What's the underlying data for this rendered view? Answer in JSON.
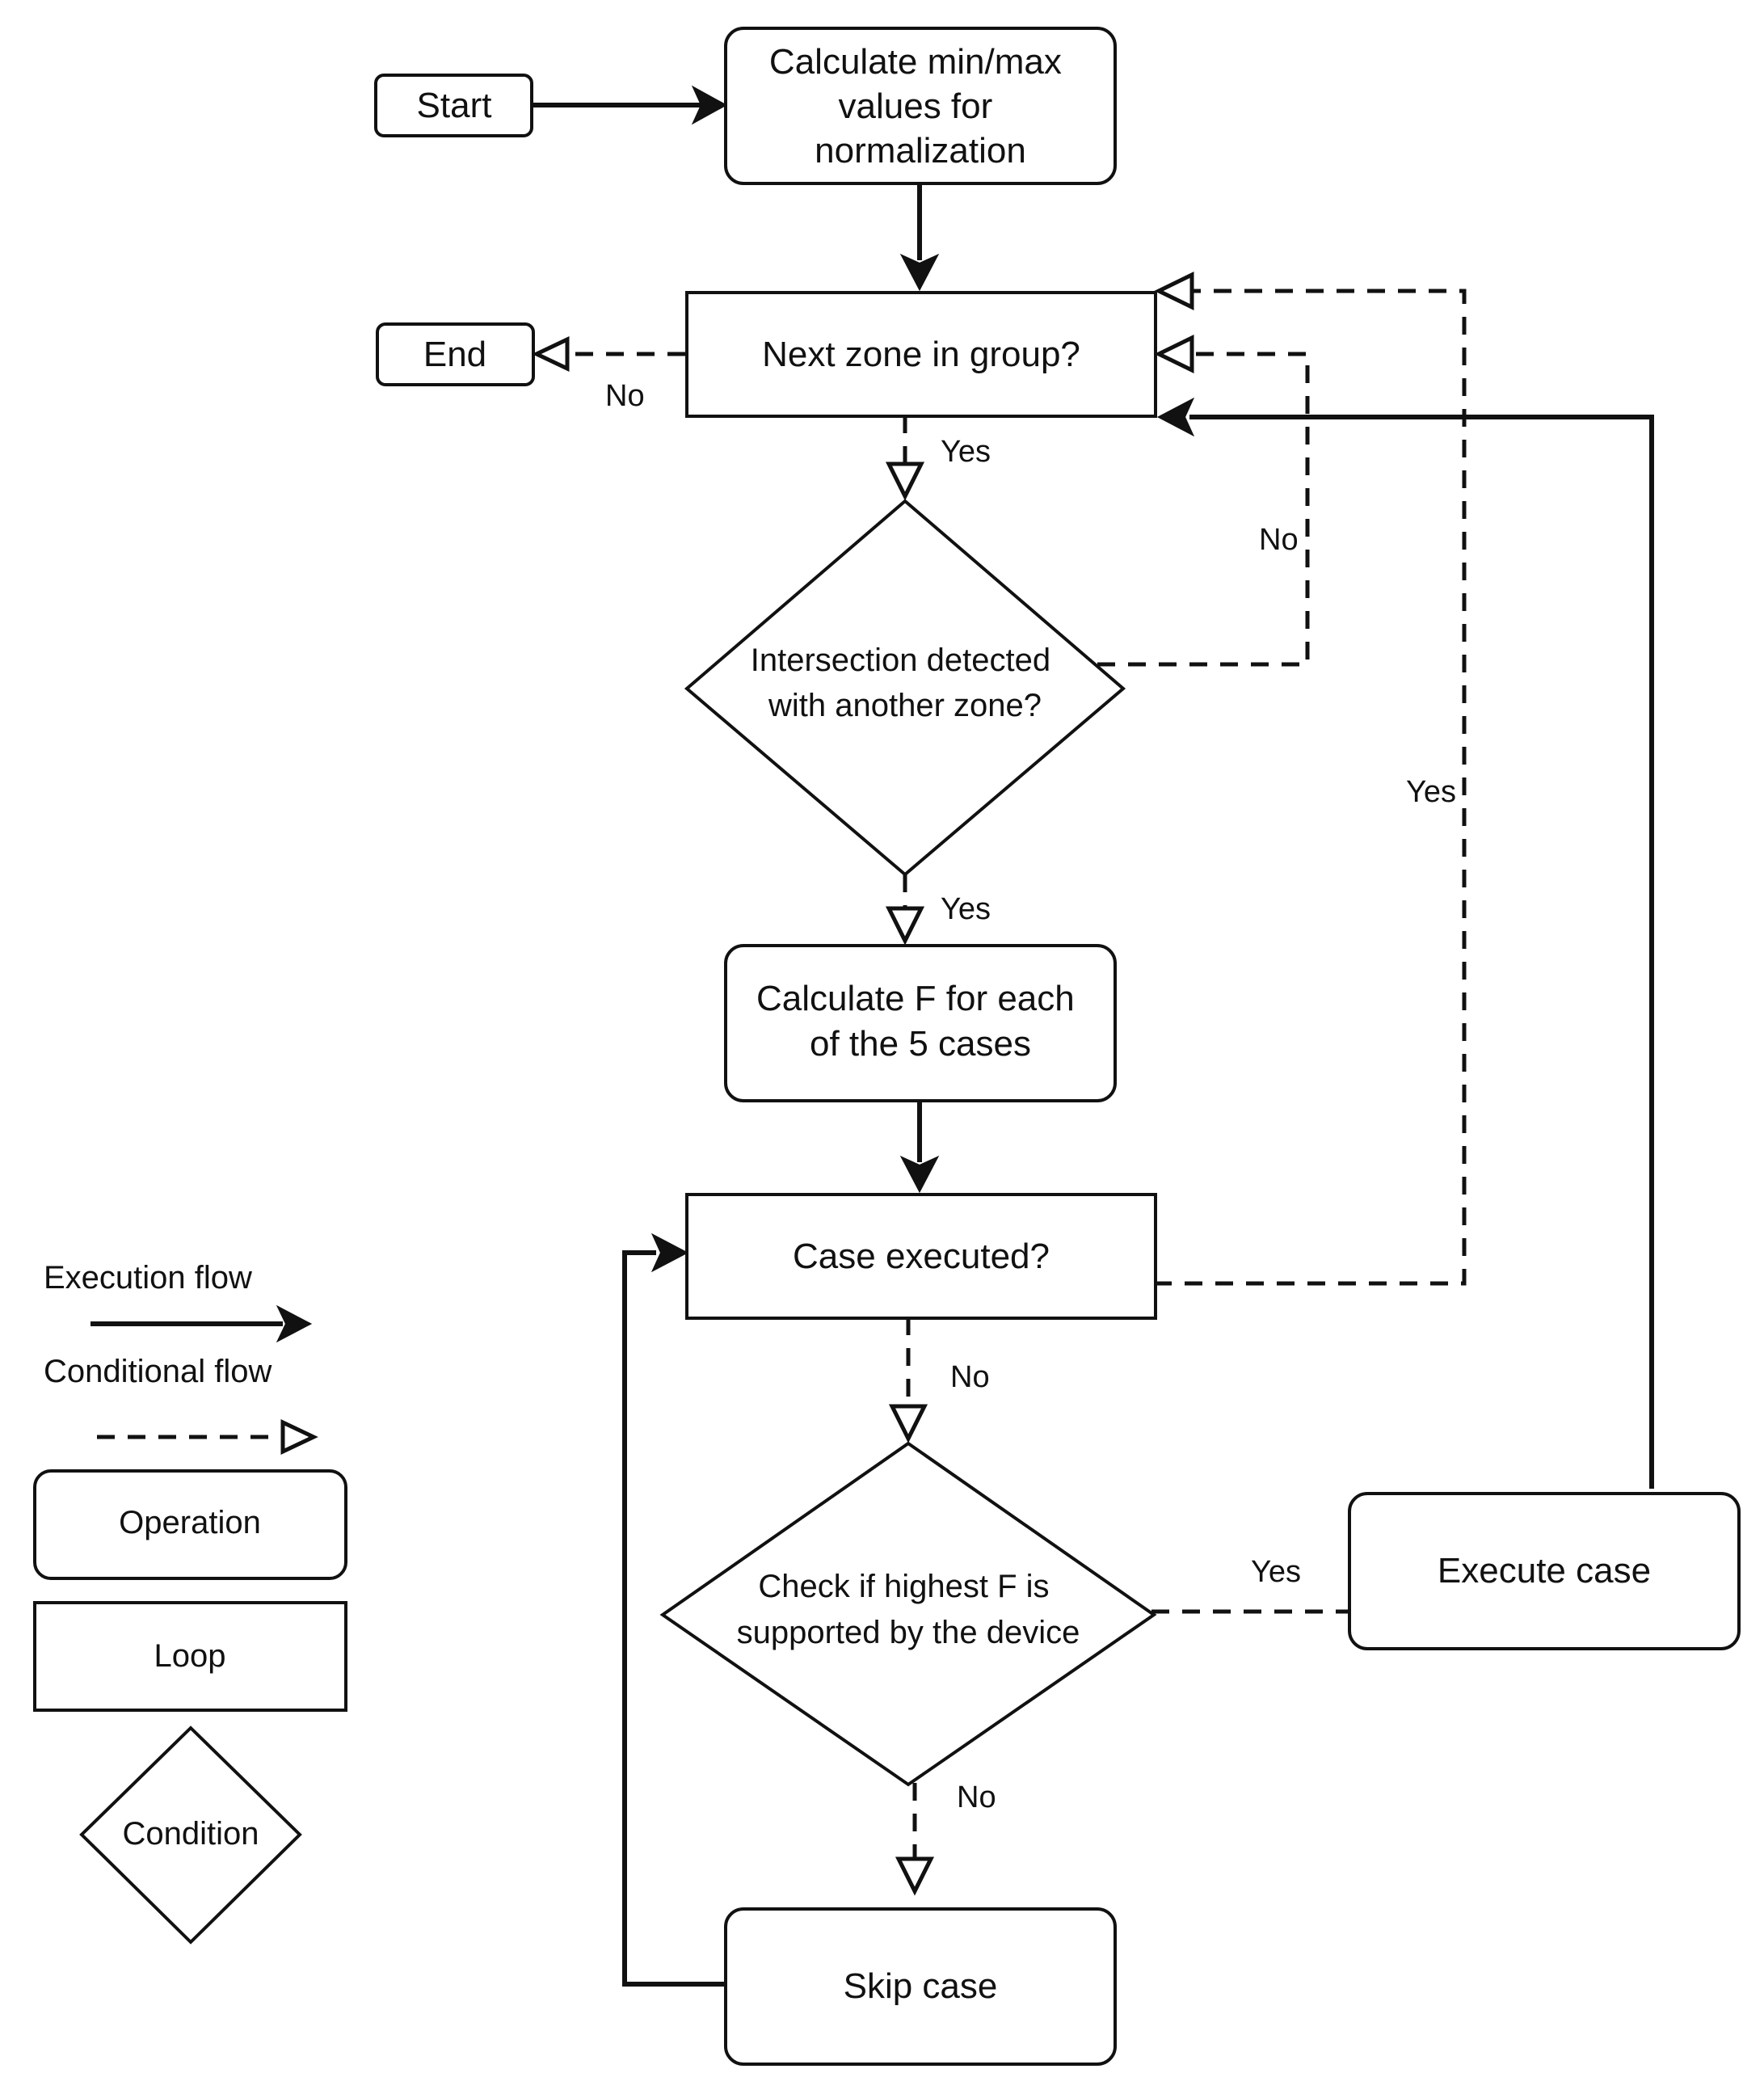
{
  "nodes": {
    "start": "Start",
    "calc_minmax": [
      "Calculate min/max",
      "values for",
      "normalization"
    ],
    "end": "End",
    "next_zone": "Next zone in group?",
    "intersection": [
      "Intersection detected",
      "with another zone?"
    ],
    "calc_f": [
      "Calculate F for each",
      "of the 5 cases"
    ],
    "case_executed": "Case executed?",
    "check_highest": [
      "Check if highest F is",
      "supported by the device"
    ],
    "execute_case": "Execute case",
    "skip_case": "Skip case"
  },
  "edge_labels": {
    "next_no": "No",
    "next_yes": "Yes",
    "intersection_no": "No",
    "intersection_yes": "Yes",
    "case_executed_yes": "Yes",
    "case_executed_no": "No",
    "check_yes": "Yes",
    "check_no": "No"
  },
  "legend": {
    "execution_flow": "Execution flow",
    "conditional_flow": "Conditional flow",
    "operation": "Operation",
    "loop": "Loop",
    "condition": "Condition"
  }
}
